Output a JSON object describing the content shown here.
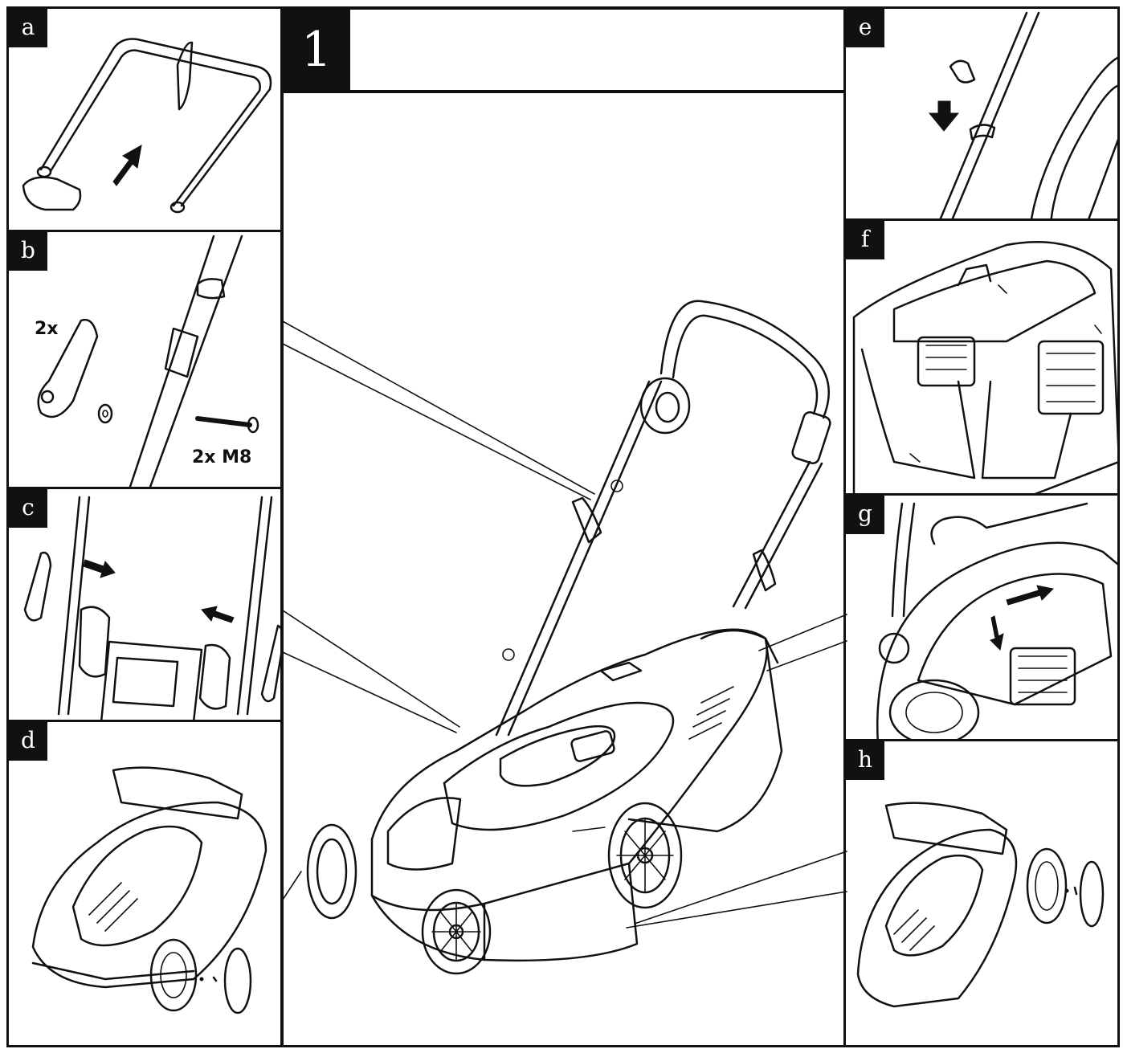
{
  "main_step": {
    "number": "1"
  },
  "panels": [
    {
      "letter": "a"
    },
    {
      "letter": "b",
      "labels": [
        "2x",
        "2x M8"
      ]
    },
    {
      "letter": "c"
    },
    {
      "letter": "d"
    },
    {
      "letter": "e"
    },
    {
      "letter": "f"
    },
    {
      "letter": "g"
    },
    {
      "letter": "h"
    }
  ],
  "icons": [
    "handle-frame-icon",
    "arrow-icon",
    "clamp-lever-icon",
    "washer-icon",
    "bolt-icon",
    "cable-clip-icon",
    "grass-box-icon",
    "wheel-icon",
    "lawn-mower-icon"
  ]
}
